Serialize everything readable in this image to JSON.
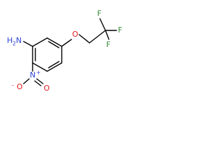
{
  "colors": {
    "bond": "#000000",
    "carbon_label": "#000000",
    "nitrogen": "#2b3fd6",
    "oxygen": "#e0191c",
    "fluorine": "#3a8a3a"
  },
  "atoms": {
    "amine_n": "H",
    "amine_sub": "2",
    "amine_n_symbol": "N",
    "nitro_n": "N",
    "nitro_plus": "+",
    "nitro_o_single": "O",
    "nitro_o_minus": "-",
    "nitro_o_double": "O",
    "ether_o": "O",
    "f_top": "F",
    "f_right": "F",
    "f_bottom": "F"
  }
}
